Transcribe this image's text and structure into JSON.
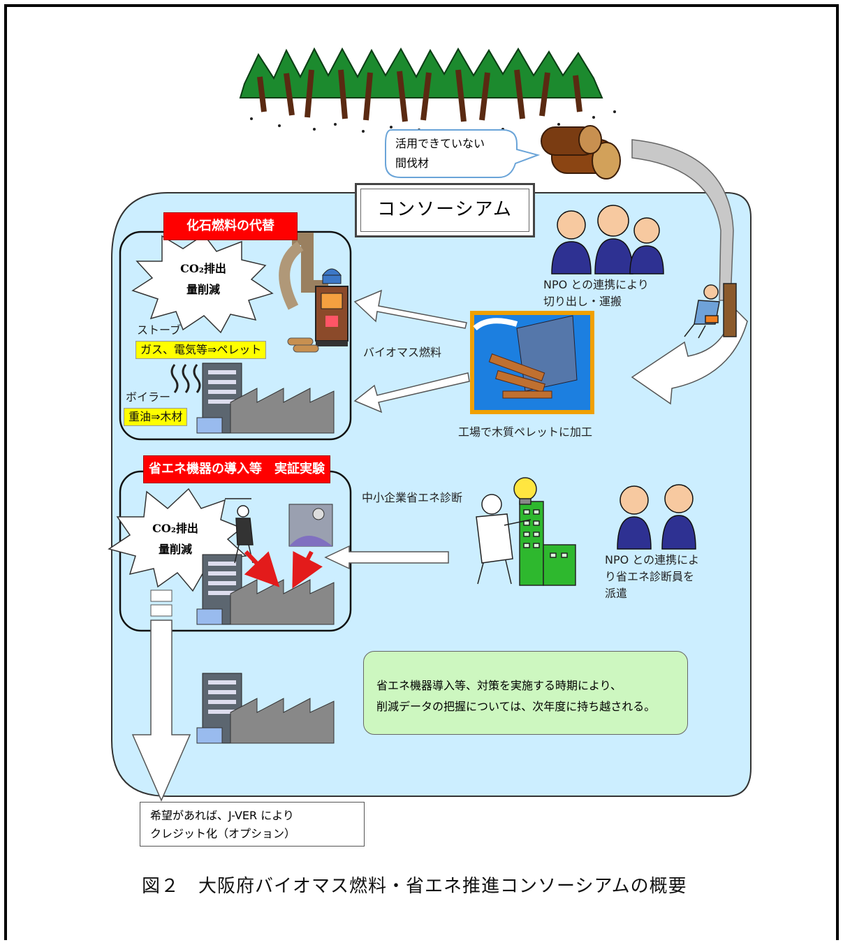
{
  "forest_bubble": {
    "line1": "活用できていない",
    "line2": "間伐材"
  },
  "consortium_label": "コンソーシアム",
  "section1": {
    "title": "化石燃料の代替",
    "co2_line1": "CO₂排出",
    "co2_line2": "量削減",
    "stove_label": "ストーブ",
    "stove_change": "ガス、電気等⇒ペレット",
    "boiler_label": "ボイラー",
    "boiler_change": "重油⇒木材"
  },
  "section2": {
    "title": "省エネ機器の導入等　実証実験",
    "co2_line1": "CO₂排出",
    "co2_line2": "量削減"
  },
  "biomass_fuel": "バイオマス燃料",
  "factory_pellet": "工場で木質ペレットに加工",
  "npo_transport": {
    "line1": "NPO との連携により",
    "line2": "切り出し・運搬"
  },
  "sme_diagnosis": "中小企業省エネ診断",
  "npo_diagnosis": {
    "line1": "NPO との連携によ",
    "line2": "り省エネ診断員を",
    "line3": "派遣"
  },
  "note": {
    "line1": "省エネ機器導入等、対策を実施する時期により、",
    "line2": "削減データの把握については、次年度に持ち越される。"
  },
  "jver": {
    "line1": "希望があれば、J-VER により",
    "line2": "クレジット化（オプション）"
  },
  "caption": "図２　大阪府バイオマス燃料・省エネ推進コンソーシアムの概要",
  "colors": {
    "consortium_bg": "#cceeff",
    "red_label": "#ff0000",
    "yellow": "#ffff00",
    "note_bg": "#cdf7c0",
    "people": "#2e3192",
    "skin": "#f7c9a0"
  }
}
